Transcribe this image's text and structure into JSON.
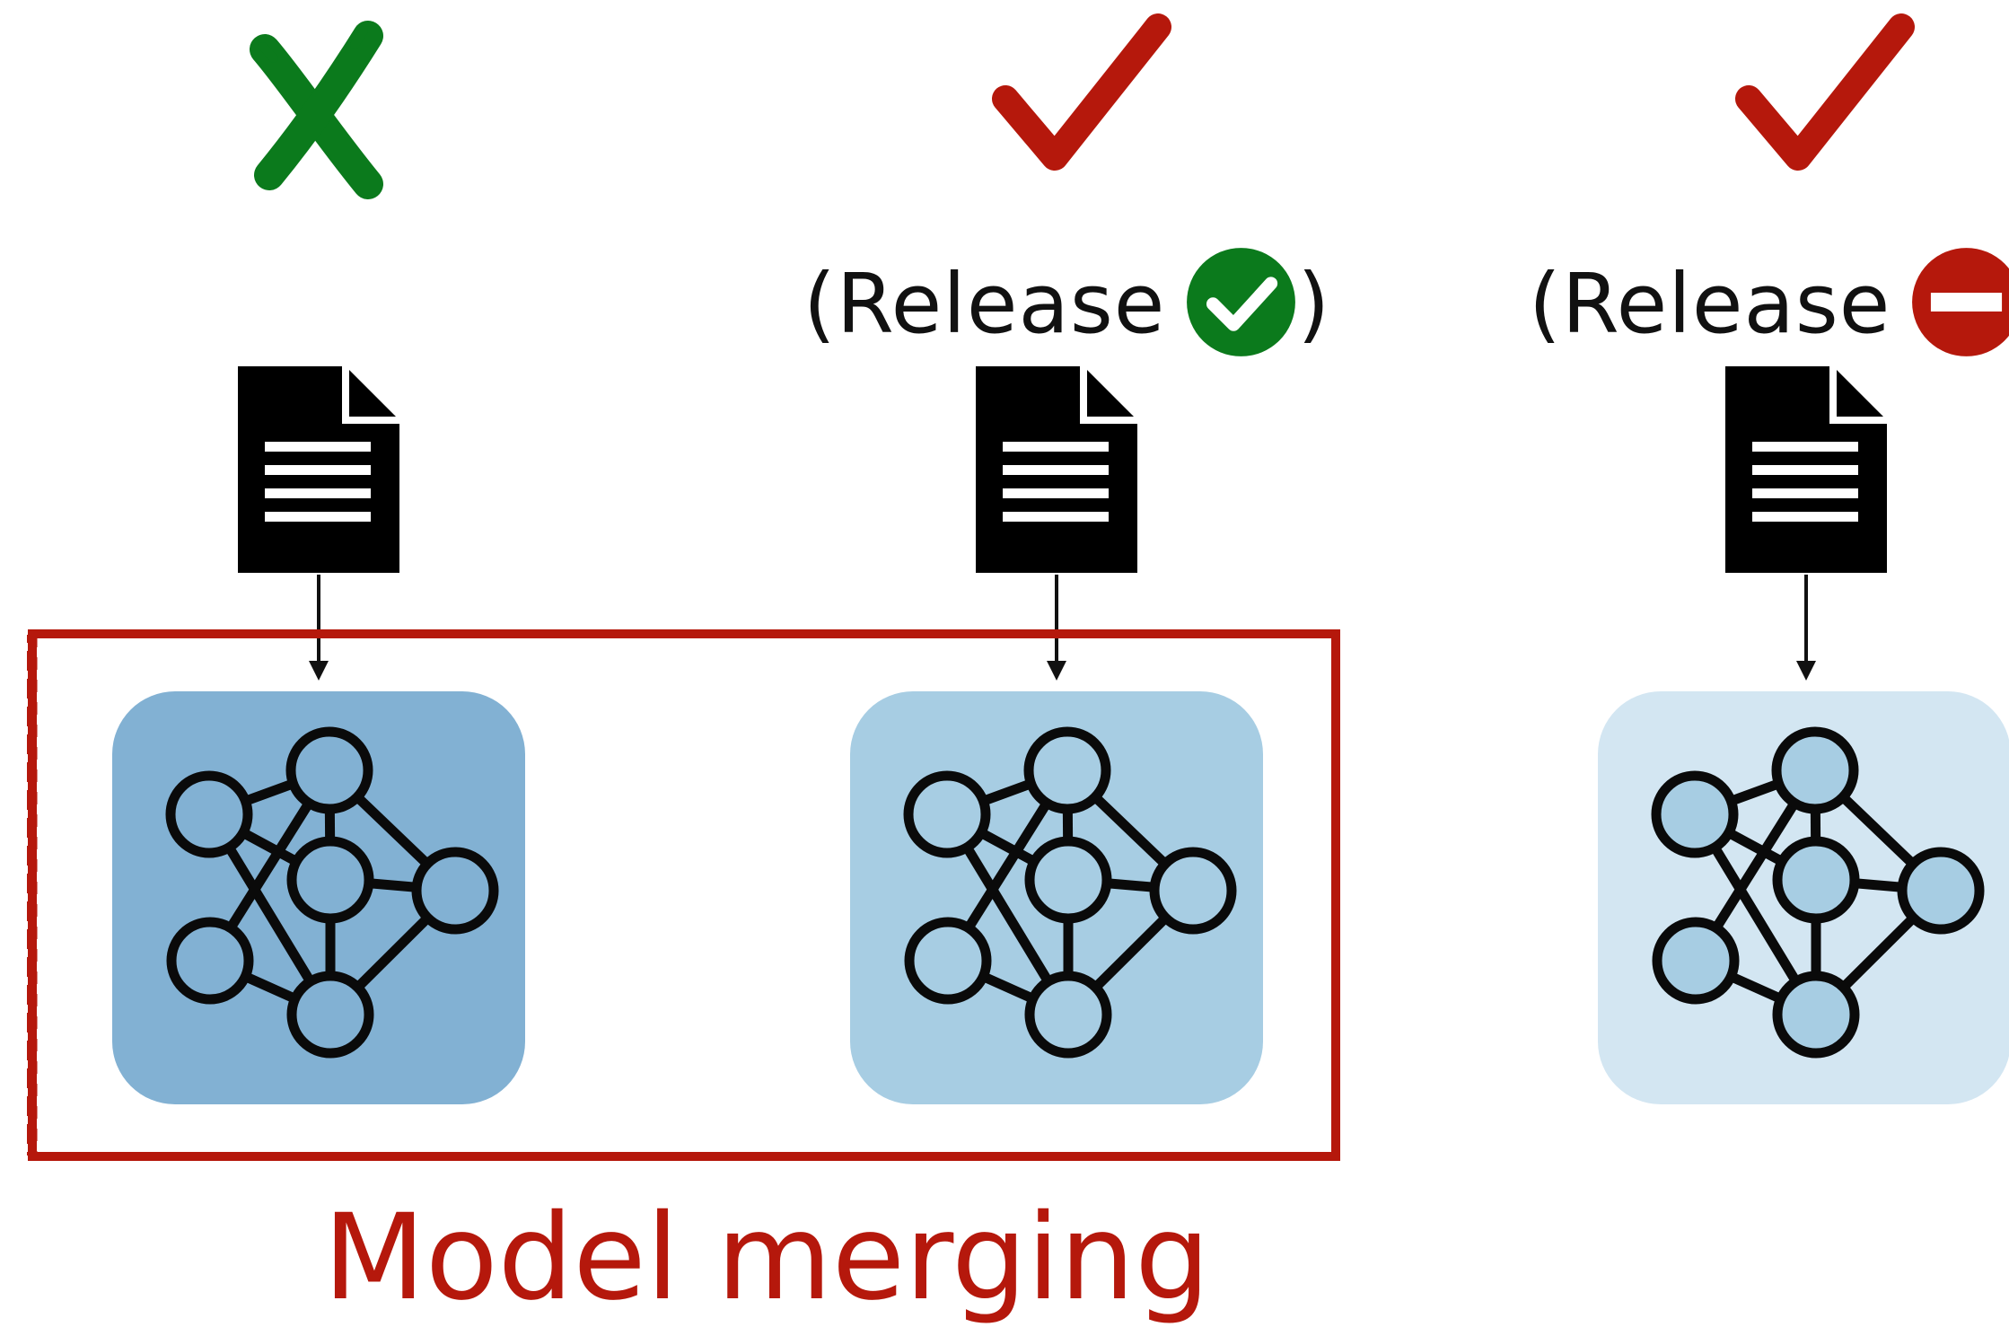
{
  "columns": [
    {
      "id": "model-1",
      "top_mark": "green-cross-icon",
      "release": null,
      "card_color": "#82b1d3"
    },
    {
      "id": "model-2",
      "top_mark": "red-check-icon",
      "release": {
        "text": "(Release",
        "close": ")",
        "status_icon": "green-check-circle-icon",
        "status_color": "#0b7a1c"
      },
      "card_color": "#a7cde3"
    },
    {
      "id": "model-3",
      "top_mark": "red-check-icon",
      "release": {
        "text": "(Release",
        "close": "",
        "status_icon": "red-no-entry-icon",
        "status_color": "#b5180c"
      },
      "card_color": "#d3e6f2"
    }
  ],
  "merge": {
    "label": "Model merging",
    "color": "#b5180c"
  },
  "colors": {
    "check_red": "#b5180c",
    "cross_green": "#0b7a1c",
    "document": "#000000",
    "network_stroke": "#0a0a0a"
  }
}
